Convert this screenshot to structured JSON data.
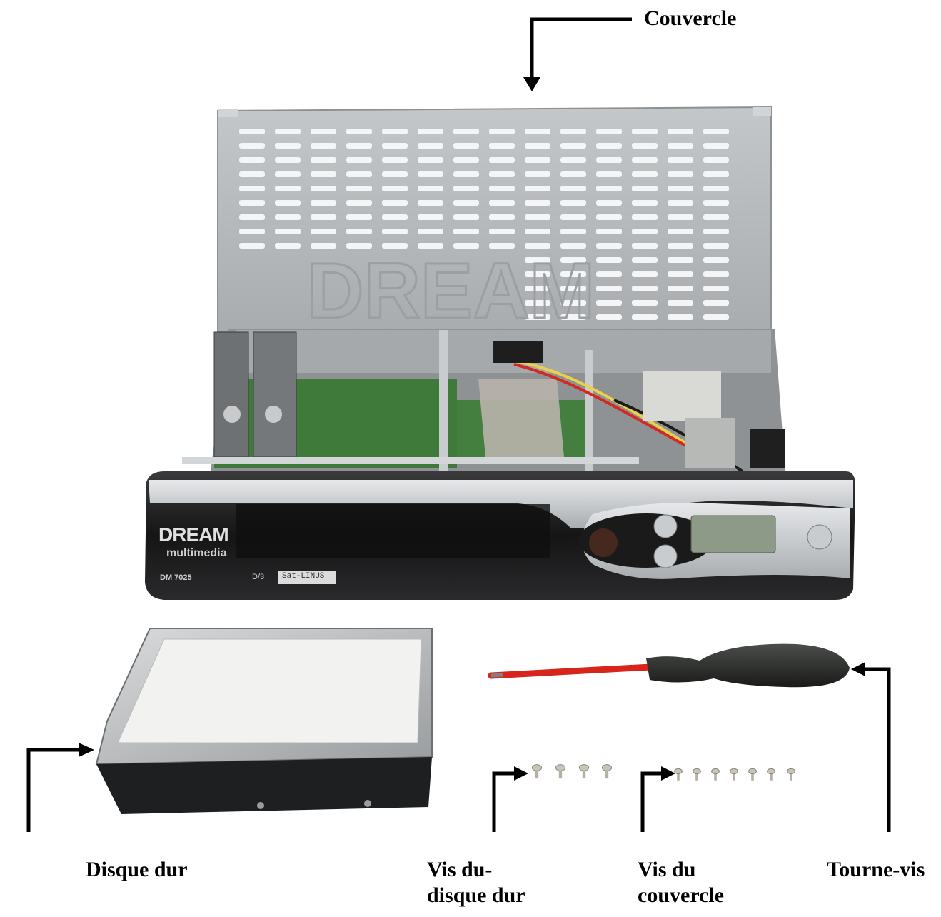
{
  "labels": {
    "couvercle": "Couvercle",
    "disque_dur": "Disque dur",
    "vis_disque_line1": "Vis du-",
    "vis_disque_line2": "disque dur",
    "vis_couvercle_line1": "Vis du",
    "vis_couvercle_line2": "couvercle",
    "tourne_vis": "Tourne-vis"
  },
  "device": {
    "brand": "DREAM",
    "brand_sub": "multimedia",
    "model": "DM 7025",
    "logo_small": "D/3",
    "sticker": "Sat-LINUS"
  },
  "colors": {
    "cover": "#b8bbbd",
    "cover_dark": "#9fa2a4",
    "faceplate": "#1d1d1f",
    "faceplate_silver": "#c9ccce",
    "board": "#3f7a3a",
    "screwdriver_handle": "#2d2f2c",
    "screwdriver_grip": "#d8251c"
  }
}
